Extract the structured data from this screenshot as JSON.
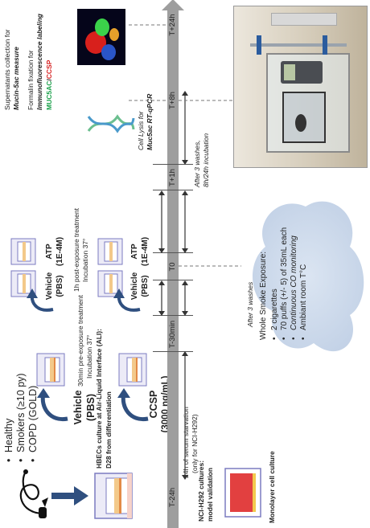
{
  "legend_left": {
    "items": [
      "Healthy",
      "Smokers (≥10 py)",
      "COPD (GOLD)"
    ]
  },
  "hbec": {
    "title": "HBECs culture at Air-Liquid Interface (ALI):",
    "subtitle": "D28 from differentiation"
  },
  "nci": {
    "title": "NCI-H292 cultures:",
    "subtitle": "model validation",
    "monolayer": "Monolayer cell culture",
    "starvation": "24h of serum starvation",
    "starvation_note": "(only for NCI-H292)"
  },
  "pre_exposure": {
    "vehicle": "Vehicle",
    "vehicle_sub": "(PBS)",
    "note1": "30min pre-exposure treatment",
    "note2": "Incubation 37°",
    "ccsp": "CCSP",
    "ccsp_sub": "(3000 ng/mL)"
  },
  "post_exposure": {
    "vehicle": "Vehicle",
    "vehicle_sub": "(PBS)",
    "atp": "ATP",
    "atp_sub": "(1E-4M)",
    "note1": "1h post-exposure treatment",
    "note2": "Incubation 37°"
  },
  "timeline": {
    "points": [
      "T-24h",
      "T-30min",
      "T0",
      "T+1h",
      "T+8h",
      "T+24h"
    ]
  },
  "washes": {
    "after3": "After 3 washes",
    "after3_incubation1": "After 3 washes,",
    "after3_incubation2": "8h/24h incubation"
  },
  "smoke": {
    "title": "Whole Smoke Exposure:",
    "items": [
      "2 cigarettes",
      "70 puffs (+/- 5) of 35mL each",
      "Continuous CO monitoring",
      "Ambiant room T°C"
    ]
  },
  "lysis": {
    "line1": "Cell Lysis for",
    "line2": "Muc5ac RT-qPCR"
  },
  "supernatants": {
    "line1": "Supernatants collection for",
    "line2": "Mucin-5ac measure",
    "line3": "Formalin fixation for",
    "line4": "Immunofluorescence labeling",
    "muc": "MUC5AC",
    "slash": "/",
    "ccsp": "CCSP"
  },
  "colors": {
    "timeline": "#9e9e9e",
    "arrow_blue": "#2f4f7f",
    "muc_green": "#1aa04a",
    "ccsp_red": "#d62020",
    "cloud": "#c9d6e8"
  }
}
